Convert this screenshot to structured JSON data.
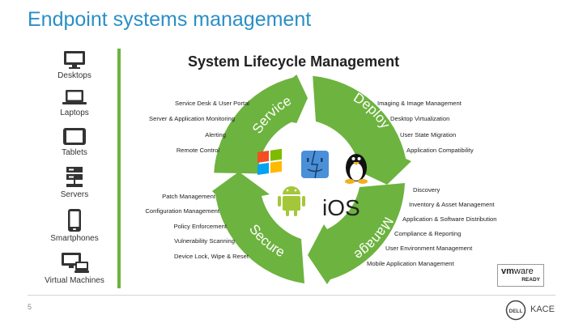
{
  "slide_title": "Endpoint systems management",
  "devices": [
    {
      "label": "Desktops",
      "icon": "desktop-icon"
    },
    {
      "label": "Laptops",
      "icon": "laptop-icon"
    },
    {
      "label": "Tablets",
      "icon": "tablet-icon"
    },
    {
      "label": "Servers",
      "icon": "server-icon"
    },
    {
      "label": "Smartphones",
      "icon": "smartphone-icon"
    },
    {
      "label": "Virtual Machines",
      "icon": "virtual-machine-icon"
    }
  ],
  "diagram": {
    "title": "System Lifecycle Management",
    "segments": {
      "service": "Service",
      "deploy": "Deploy",
      "manage": "Manage",
      "secure": "Secure"
    },
    "service_items": [
      "Service Desk & User Portal",
      "Server & Application Monitoring",
      "Alerting",
      "Remote Control"
    ],
    "deploy_items": [
      "Imaging & Image Management",
      "Desktop Virtualization",
      "User State Migration",
      "Application Compatibility"
    ],
    "manage_items": [
      "Discovery",
      "Inventory & Asset Management",
      "Application & Software Distribution",
      "Compliance & Reporting",
      "User Environment Management",
      "Mobile Application Management"
    ],
    "secure_items": [
      "Patch Management",
      "Configuration Management",
      "Policy Enforcement",
      "Vulnerability Scanning",
      "Device Lock, Wipe & Reset"
    ],
    "os_icons": [
      "windows-logo-icon",
      "mac-finder-icon",
      "linux-penguin-icon",
      "android-icon"
    ],
    "ios_text": "iOS",
    "colors": {
      "ring": "#6db33f",
      "accent": "#2a8fc6"
    }
  },
  "badge": {
    "vm": "vm",
    "ware": "ware",
    "ready": "READY"
  },
  "footer": {
    "page_number": "5",
    "dell": "DELL",
    "kace": "KACE"
  }
}
